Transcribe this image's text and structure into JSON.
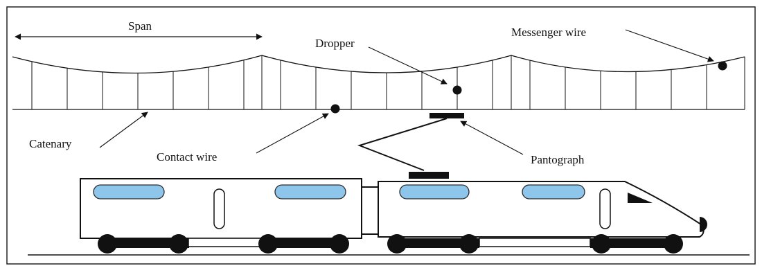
{
  "labels": {
    "span": "Span",
    "dropper": "Dropper",
    "messenger_wire": "Messenger wire",
    "catenary": "Catenary",
    "contact_wire": "Contact wire",
    "pantograph": "Pantograph"
  },
  "colors": {
    "line": "#111111",
    "window_fill": "#8ec5ea",
    "window_stroke": "#2a2a2a",
    "background": "#ffffff"
  }
}
